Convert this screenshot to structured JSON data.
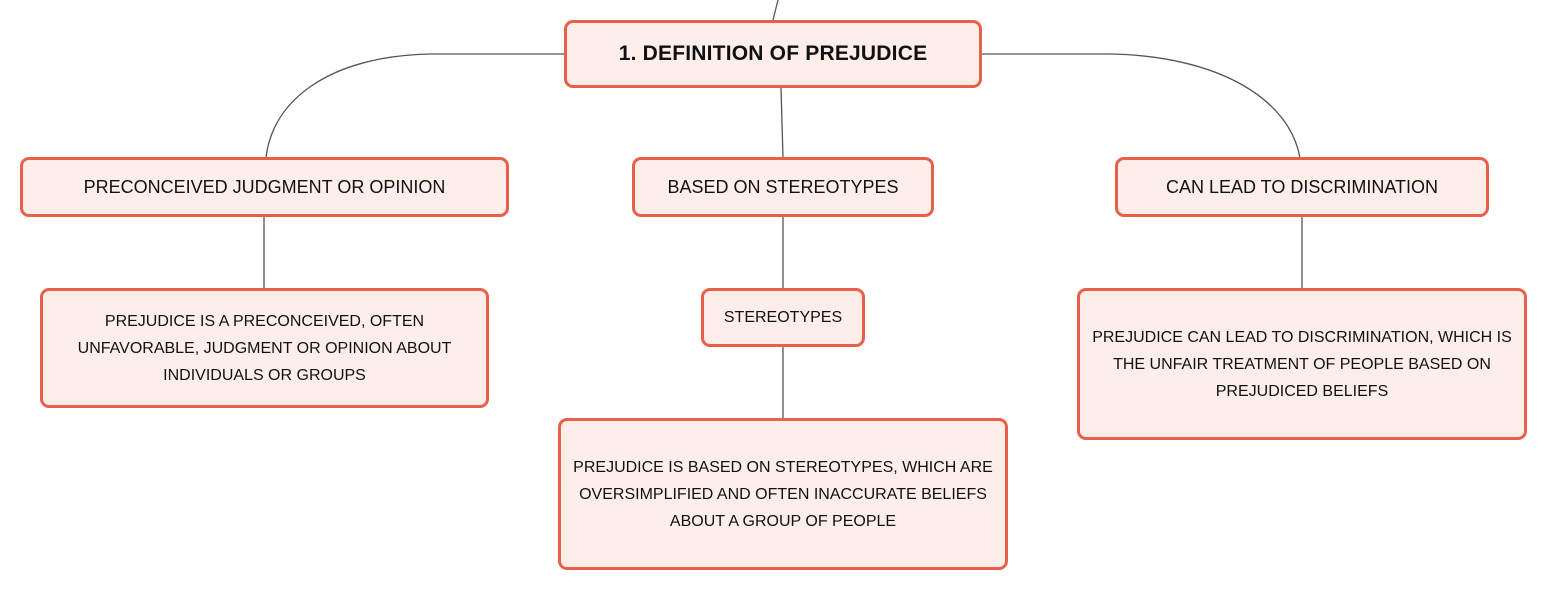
{
  "diagram": {
    "root": {
      "label": "1. DEFINITION OF PREJUDICE"
    },
    "branches": [
      {
        "label": "PRECONCEIVED JUDGMENT OR OPINION",
        "children": [
          {
            "label": "PREJUDICE IS A PRECONCEIVED, OFTEN UNFAVORABLE, JUDGMENT OR OPINION ABOUT INDIVIDUALS OR GROUPS"
          }
        ]
      },
      {
        "label": "BASED ON STEREOTYPES",
        "children": [
          {
            "label": "STEREOTYPES",
            "children": [
              {
                "label": "PREJUDICE IS BASED ON STEREOTYPES, WHICH ARE OVERSIMPLIFIED AND OFTEN INACCURATE BELIEFS ABOUT A GROUP OF PEOPLE"
              }
            ]
          }
        ]
      },
      {
        "label": "CAN LEAD TO DISCRIMINATION",
        "children": [
          {
            "label": "PREJUDICE CAN LEAD TO DISCRIMINATION, WHICH IS THE UNFAIR TREATMENT OF PEOPLE BASED ON PREJUDICED BELIEFS"
          }
        ]
      }
    ]
  },
  "colors": {
    "node_border": "#e8604a",
    "node_fill": "#fdeeea",
    "connector": "#555555"
  }
}
